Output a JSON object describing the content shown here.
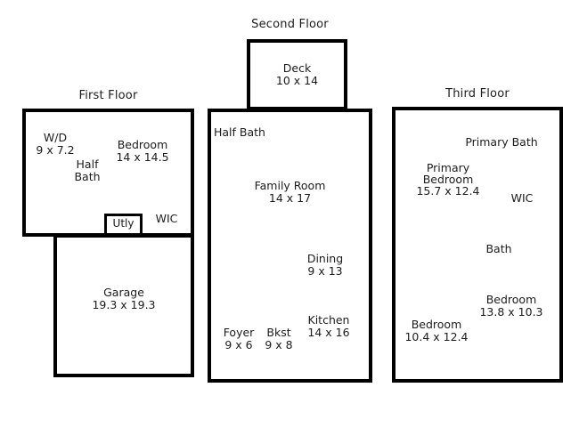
{
  "figure": {
    "kind": "floor-plan-diagram",
    "background_color": "#ffffff",
    "line_color": "#000000",
    "text_color": "#1c1c1c"
  },
  "floors": [
    {
      "id": "first-floor",
      "title": "First Floor",
      "rooms": [
        {
          "id": "wd",
          "name": "W/D",
          "dimensions": "9 x 7.2"
        },
        {
          "id": "half-bath",
          "name": "Half",
          "name2": "Bath",
          "dimensions": ""
        },
        {
          "id": "bedroom",
          "name": "Bedroom",
          "dimensions": "14 x 14.5"
        },
        {
          "id": "utly",
          "name": "Utly",
          "dimensions": ""
        },
        {
          "id": "wic",
          "name": "WIC",
          "dimensions": ""
        },
        {
          "id": "garage",
          "name": "Garage",
          "dimensions": "19.3 x 19.3"
        }
      ]
    },
    {
      "id": "second-floor",
      "title": "Second Floor",
      "rooms": [
        {
          "id": "deck",
          "name": "Deck",
          "dimensions": "10 x 14"
        },
        {
          "id": "half-bath-2",
          "name": "Half Bath",
          "dimensions": ""
        },
        {
          "id": "family-room",
          "name": "Family Room",
          "dimensions": "14 x 17"
        },
        {
          "id": "dining",
          "name": "Dining",
          "dimensions": "9 x 13"
        },
        {
          "id": "kitchen",
          "name": "Kitchen",
          "dimensions": "14 x 16"
        },
        {
          "id": "foyer",
          "name": "Foyer",
          "dimensions": "9 x 6"
        },
        {
          "id": "bkst",
          "name": "Bkst",
          "dimensions": "9 x 8"
        }
      ]
    },
    {
      "id": "third-floor",
      "title": "Third Floor",
      "rooms": [
        {
          "id": "primary-bath",
          "name": "Primary Bath",
          "dimensions": ""
        },
        {
          "id": "primary-bedroom",
          "name": "Primary",
          "name2": "Bedroom",
          "dimensions": "15.7 x 12.4"
        },
        {
          "id": "wic-3",
          "name": "WIC",
          "dimensions": ""
        },
        {
          "id": "bath-3",
          "name": "Bath",
          "dimensions": ""
        },
        {
          "id": "bedroom-3a",
          "name": "Bedroom",
          "dimensions": "13.8 x 10.3"
        },
        {
          "id": "bedroom-3b",
          "name": "Bedroom",
          "dimensions": "10.4 x 12.4"
        }
      ]
    }
  ]
}
